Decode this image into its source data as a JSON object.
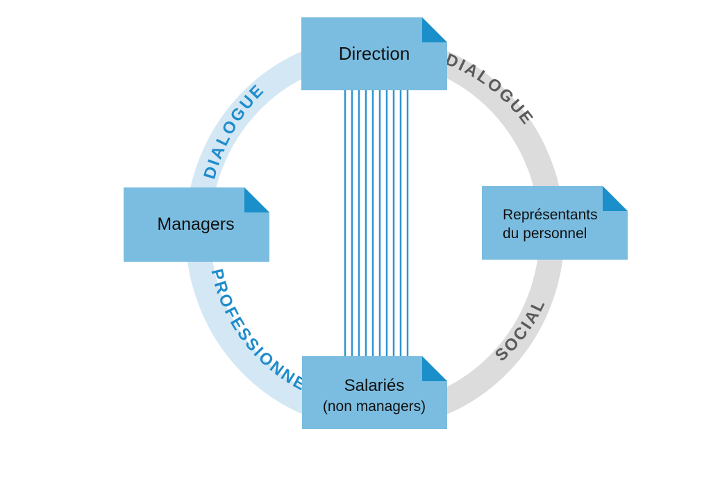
{
  "colors": {
    "box_fill": "#7bbde0",
    "box_corner": "#1a8fc9",
    "ring_professional": "#d4e7f4",
    "ring_social": "#dcdcdc",
    "label_professional": "#1f8ccb",
    "label_social": "#5a5a5a",
    "lines": "#2f95cf"
  },
  "nodes": {
    "direction": "Direction",
    "managers": "Managers",
    "representants_line1": "Représentants",
    "representants_line2": "du personnel",
    "salaries_line1": "Salariés",
    "salaries_line2": "(non managers)"
  },
  "ring_labels": {
    "top_left": "DIALOGUE",
    "bottom_left": "PROFESSIONNEL",
    "top_right": "DIALOGUE",
    "bottom_right": "SOCIAL"
  },
  "icons": {
    "box_corner": "folded-corner-icon"
  }
}
